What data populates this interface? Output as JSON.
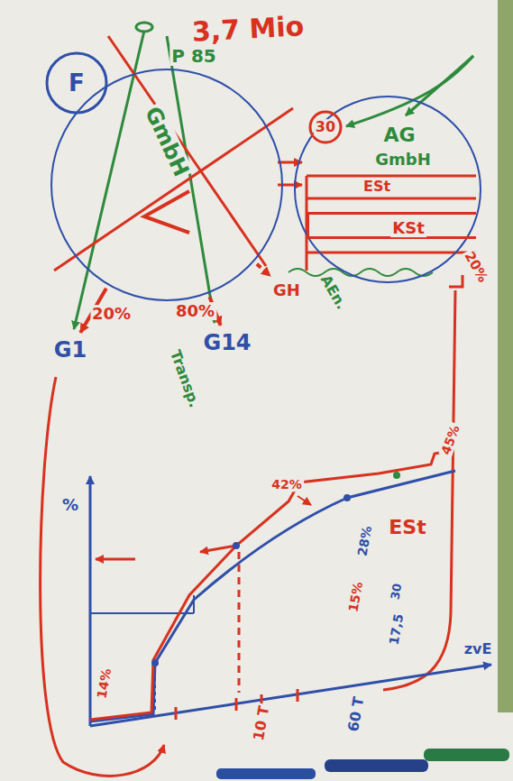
{
  "diagram": {
    "nodes": [
      {
        "text": [
          "F"
        ]
      },
      {
        "text": [
          "GmbH"
        ]
      },
      {
        "text": [
          "GH"
        ]
      },
      {
        "text": [
          "G1"
        ]
      },
      {
        "text": [
          "G14"
        ]
      },
      {
        "text": [
          "AG",
          "GmbH"
        ]
      },
      {
        "text": [
          "30"
        ],
        "in": 5
      },
      {
        "text": [
          "KSt"
        ],
        "in": 5
      }
    ],
    "edges": [
      {
        "from": 1,
        "to": 3,
        "label": "20%",
        "arrow": "to"
      },
      {
        "from": 1,
        "to": 4,
        "label": "80%",
        "arrow": "to"
      },
      {
        "from": 1,
        "to": 2,
        "arrow": "to"
      }
    ],
    "labels": [
      "3,7 Mio",
      "P 85",
      "AEn.",
      "Transp.",
      "20%",
      "%",
      "14%",
      "42%",
      "45%",
      "28%",
      "ESt",
      "ESt",
      "15%",
      "17,5",
      "30",
      "10 T",
      "60 T",
      "zvE"
    ]
  }
}
